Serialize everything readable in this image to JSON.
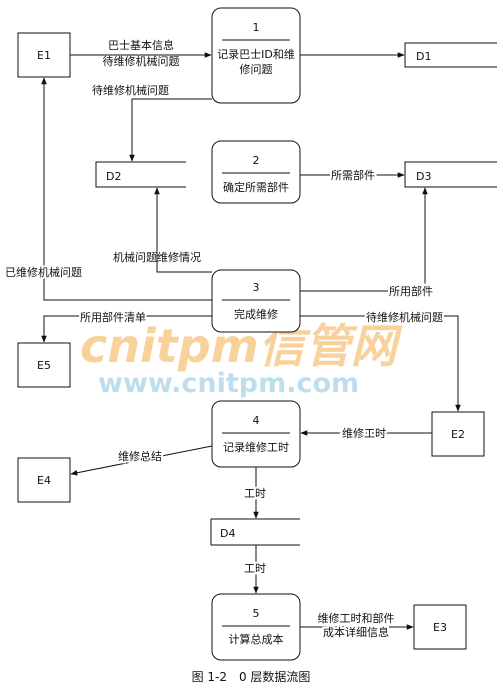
{
  "entities": {
    "e1": "E1",
    "e2": "E2",
    "e3": "E3",
    "e4": "E4",
    "e5": "E5"
  },
  "processes": {
    "p1": {
      "num": "1",
      "line1": "记录巴士ID和维",
      "line2": "修问题"
    },
    "p2": {
      "num": "2",
      "line1": "确定所需部件"
    },
    "p3": {
      "num": "3",
      "line1": "完成维修"
    },
    "p4": {
      "num": "4",
      "line1": "记录维修工时"
    },
    "p5": {
      "num": "5",
      "line1": "计算总成本"
    }
  },
  "stores": {
    "d1": "D1",
    "d2": "D2",
    "d3": "D3",
    "d4": "D4"
  },
  "flows": {
    "e1_p1_a": "巴士基本信息",
    "e1_p1_b": "待维修机械问题",
    "e1_d2": "待维修机械问题",
    "p2_d3": "所需部件",
    "d2_p3": "机械问题维修情况",
    "p3_e1": "已维修机械问题",
    "d3_p3": "所用部件",
    "p3_e5": "所用部件清单",
    "p3_e2": "待维修机械问题",
    "e2_p4": "维修工时",
    "p4_e4": "维修总结",
    "p4_d4": "工时",
    "d4_p5": "工时",
    "p5_e3_a": "维修工时和部件",
    "p5_e3_b": "成本详细信息"
  },
  "caption": "图 1-2　0 层数据流图",
  "watermark": {
    "brand": "cnitpm信管网",
    "url": "www.cnitpm.com"
  }
}
